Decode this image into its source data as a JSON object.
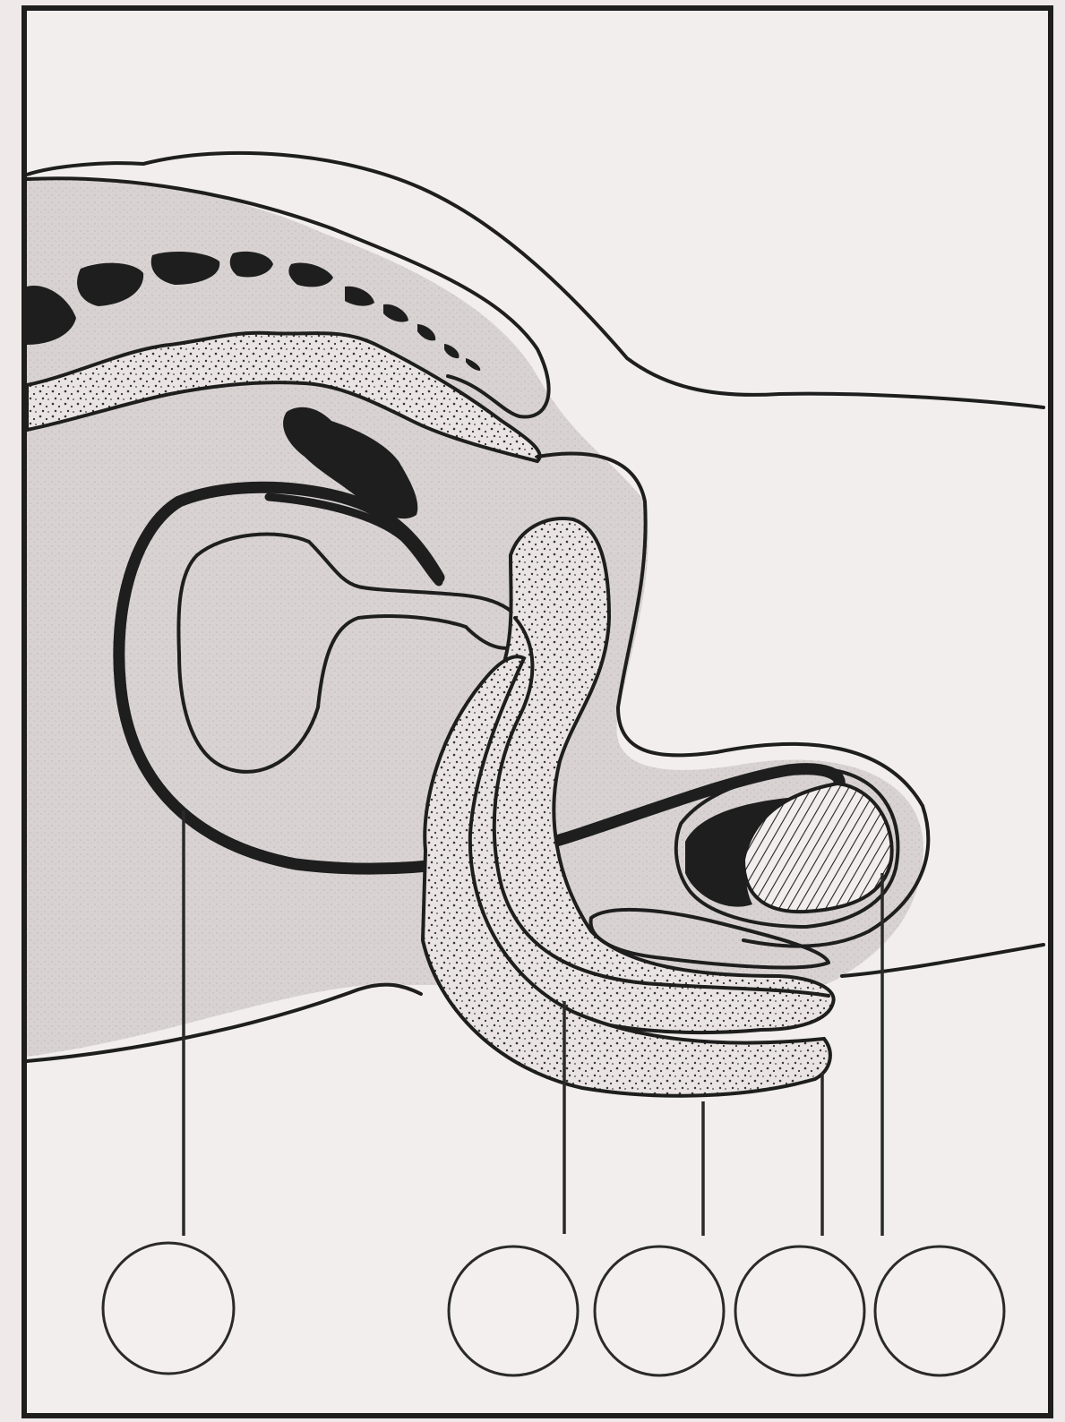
{
  "diagram": {
    "type": "anatomical cross-section line drawing",
    "label_markers": [
      {
        "id": "marker-1",
        "text": ""
      },
      {
        "id": "marker-2",
        "text": ""
      },
      {
        "id": "marker-3",
        "text": ""
      },
      {
        "id": "marker-4",
        "text": ""
      },
      {
        "id": "marker-5",
        "text": ""
      }
    ],
    "colors": {
      "background": "#f3eeee",
      "shaded_tissue": "#d9d4d3",
      "ink": "#1e1e1e"
    }
  }
}
